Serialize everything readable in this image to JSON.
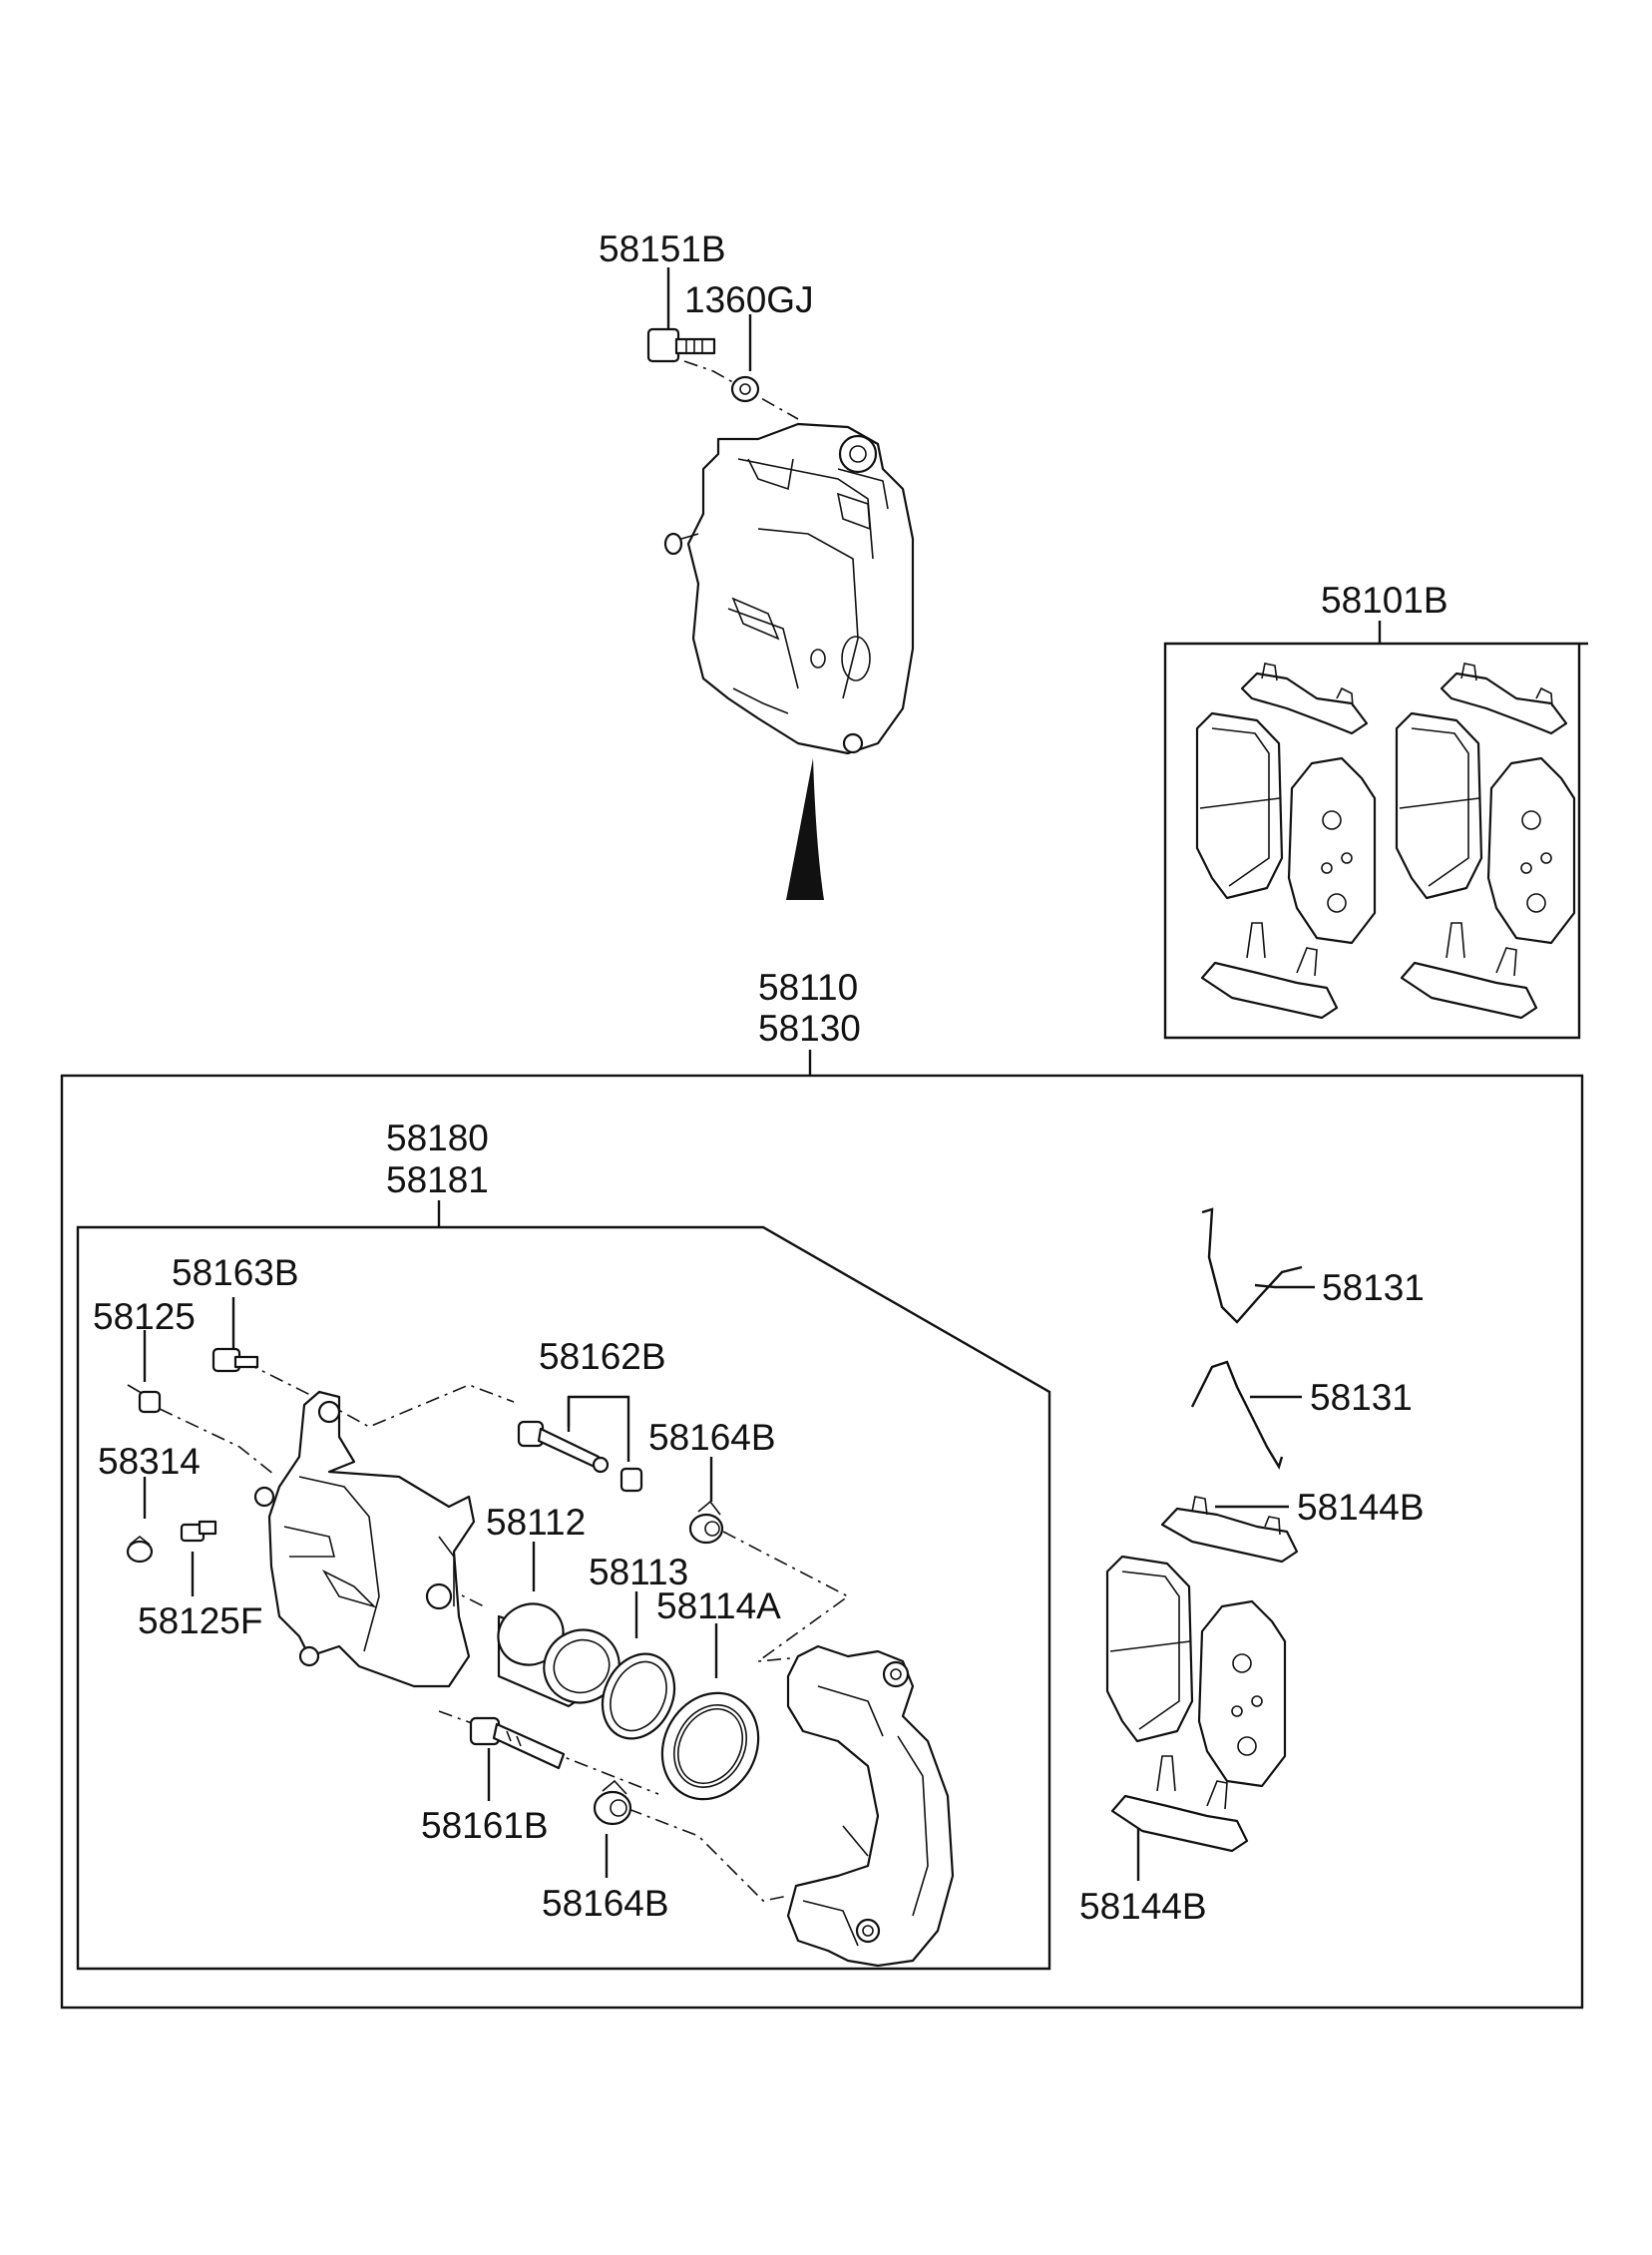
{
  "diagram": {
    "labels": {
      "p58151B": "58151B",
      "p1360GJ": "1360GJ",
      "p58101B": "58101B",
      "p58110": "58110",
      "p58130": "58130",
      "p58180": "58180",
      "p58181": "58181",
      "p58163B": "58163B",
      "p58125": "58125",
      "p58162B": "58162B",
      "p58164B_top": "58164B",
      "p58314": "58314",
      "p58112": "58112",
      "p58113": "58113",
      "p58114A": "58114A",
      "p58125F": "58125F",
      "p58161B": "58161B",
      "p58164B_bottom": "58164B",
      "p58131_a": "58131",
      "p58131_b": "58131",
      "p58144B_top": "58144B",
      "p58144B_bottom": "58144B"
    }
  }
}
